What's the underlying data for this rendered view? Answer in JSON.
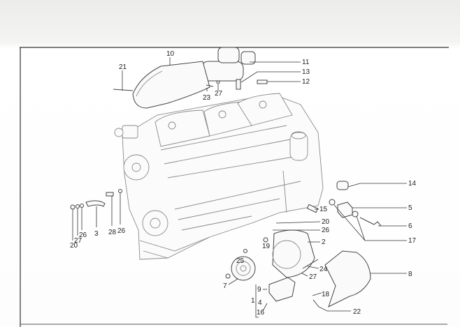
{
  "diagram": {
    "title": "Engine electrical components exploded view",
    "callouts": {
      "c10": "10",
      "c21": "21",
      "c11": "11",
      "c13": "13",
      "c12": "12",
      "c23": "23",
      "c27a": "27",
      "c14": "14",
      "c5": "5",
      "c6": "6",
      "c17": "17",
      "c15": "15",
      "c20a": "20",
      "c26a": "26",
      "c2": "2",
      "c19": "19",
      "c25": "25",
      "c24": "24",
      "c27b": "27",
      "c8": "8",
      "c18": "18",
      "c22": "22",
      "c7": "7",
      "c9": "9",
      "c1": "1",
      "c4": "4",
      "c16": "16",
      "c20b": "20",
      "c27c": "27",
      "c26b": "26",
      "c3": "3",
      "c28": "28",
      "c26c": "26"
    }
  }
}
